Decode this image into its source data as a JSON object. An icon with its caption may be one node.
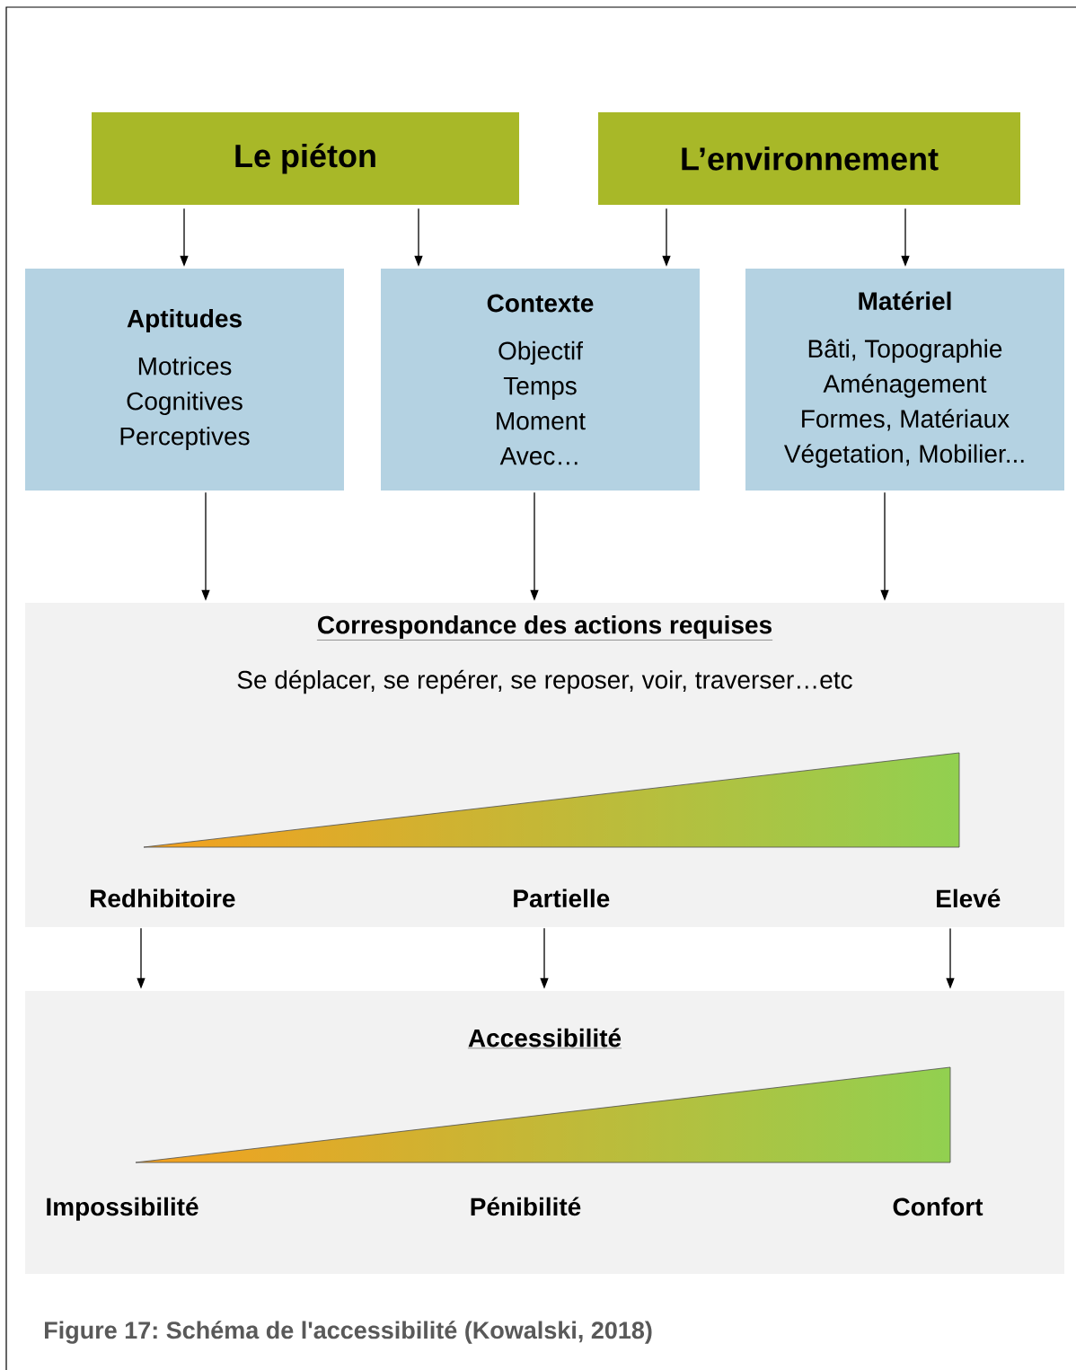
{
  "diagram": {
    "caption": "Figure 17: Schéma de l'accessibilité (Kowalski, 2018)",
    "nodes": [
      {
        "text": [
          "Le piéton"
        ]
      },
      {
        "text": [
          "L’environnement"
        ]
      },
      {
        "text": [
          "Aptitudes",
          "Motrices Cognitives Perceptives"
        ]
      },
      {
        "text": [
          "Contexte",
          "Objectif Temps Moment Avec…"
        ]
      },
      {
        "text": [
          "Matériel",
          "Bâti, Topographie Aménagement Formes, Matériaux Végetation, Mobilier..."
        ]
      },
      {
        "text": [
          "Correspondance des actions requises",
          "Se déplacer, se repérer, se reposer, voir, traverser…etc"
        ]
      },
      {
        "text": [
          "Redhibitoire"
        ],
        "in": 5
      },
      {
        "text": [
          "Partielle"
        ],
        "in": 5
      },
      {
        "text": [
          "Elevé"
        ],
        "in": 5
      },
      {
        "text": [
          "Accessibilité"
        ]
      }
    ],
    "edges": [
      {
        "from": 0,
        "to": 2,
        "arrow": "to"
      },
      {
        "from": 0,
        "to": 3,
        "arrow": "to"
      },
      {
        "from": 1,
        "to": 3,
        "arrow": "to"
      },
      {
        "from": 1,
        "to": 4,
        "arrow": "to"
      },
      {
        "from": 2,
        "to": 5,
        "arrow": "to"
      },
      {
        "from": 3,
        "to": 5,
        "arrow": "to"
      },
      {
        "from": 4,
        "to": 5,
        "arrow": "to"
      },
      {
        "from": 6,
        "to": 9,
        "arrow": "to"
      },
      {
        "from": 7,
        "to": 9,
        "arrow": "to"
      },
      {
        "from": 8,
        "to": 9,
        "arrow": "to"
      }
    ],
    "labels": [
      "Impossibilité",
      "Pénibilité",
      "Confort"
    ]
  }
}
